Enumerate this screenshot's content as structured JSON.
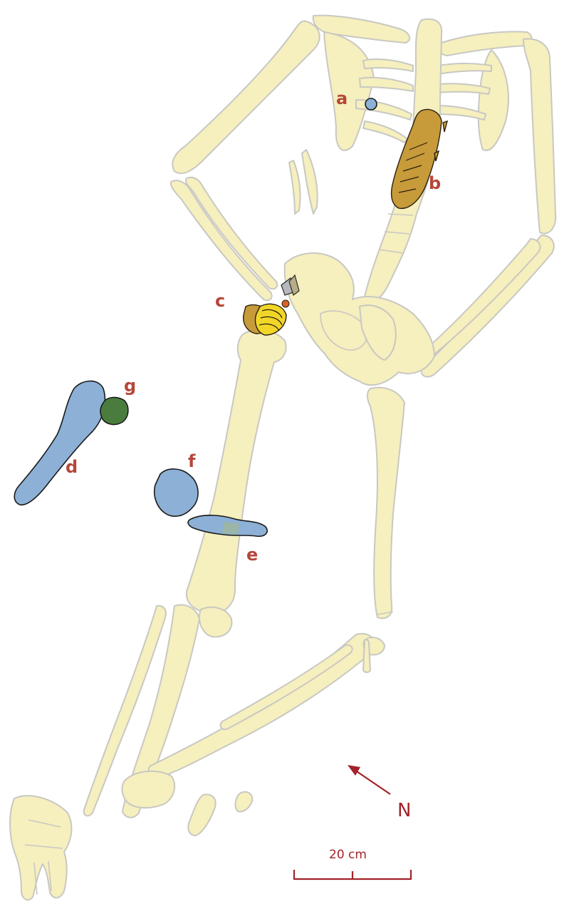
{
  "labels": {
    "a": "a",
    "b": "b",
    "c": "c",
    "d": "d",
    "e": "e",
    "f": "f",
    "g": "g"
  },
  "north": {
    "label": "N",
    "icon": "north-arrow-icon"
  },
  "scale_bar": {
    "label": "20 cm"
  },
  "colors": {
    "bone_fill": "#f6efbe",
    "bone_outline": "#c8c8c2",
    "label_red": "#b5473a",
    "north_and_scale_red": "#a3232a",
    "find_blue": "#8db0d6",
    "find_green": "#4a7d3d",
    "find_gold": "#c79a3a",
    "find_yellow": "#f1d628",
    "find_orange_red": "#d9612a",
    "find_grey": "#b5b9bd"
  }
}
